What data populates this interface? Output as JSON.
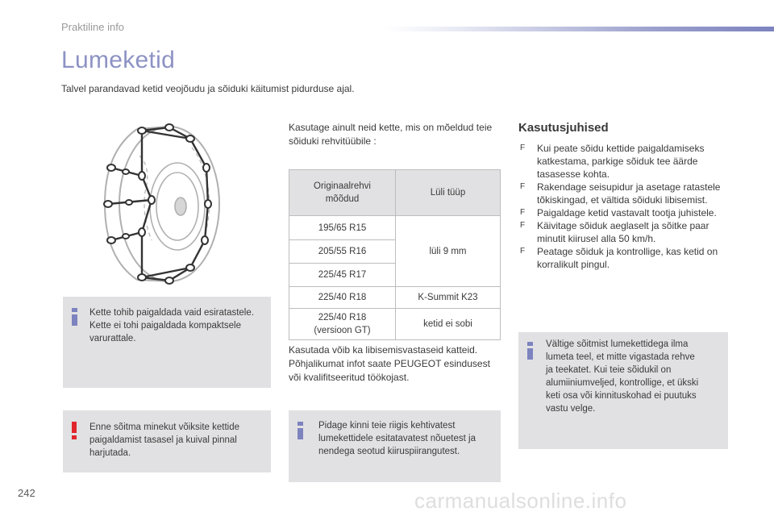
{
  "header": {
    "section": "Praktiline info",
    "title": "Lumeketid",
    "intro": "Talvel parandavad ketid veojõudu ja sõiduki käitumist pidurduse ajal."
  },
  "figure": {
    "icon": "tyre-with-snow-chain"
  },
  "notes": {
    "install_studs": {
      "icon": "info-icon",
      "lines": [
        "Kette tohib paigaldada vaid esiratastele.",
        "Kette ei tohi paigaldada kompaktsele",
        "varurattale."
      ]
    },
    "practice": {
      "icon": "warning-icon",
      "lines": [
        "Enne sõitma minekut võiksite kettide",
        "paigaldamist tasasel ja kuival pinnal",
        "harjutada."
      ]
    },
    "regulations": {
      "icon": "info-icon",
      "lines": [
        "Pidage kinni teie riigis kehtivatest",
        "lumekettidele esitatavatest nõuetest ja",
        "nendega seotud kiiruspiirangutest."
      ]
    },
    "avoid": {
      "icon": "info-icon",
      "lines": [
        "Vältige sõitmist lumekettidega ilma",
        "lumeta teel, et mitte vigastada rehve",
        "ja teekatet. Kui teie sõidukil on",
        "alumiiniumveljed, kontrollige, et ükski",
        "keti osa või kinnituskohad ei puutuks",
        "vastu velge."
      ]
    }
  },
  "column2": {
    "intro_lines": [
      "Kasutage ainult neid kette, mis on mõeldud teie",
      "sõiduki rehvitüübile :"
    ],
    "table": {
      "headers": [
        "Originaalrehvi mõõdud",
        "Lüli tüüp"
      ],
      "header_lines": [
        [
          "Originaalrehvi",
          "mõõdud"
        ],
        [
          "Lüli tüüp"
        ]
      ],
      "rows": [
        {
          "size": "195/65 R15",
          "link": "lüli 9 mm"
        },
        {
          "size": "205/55 R16",
          "link": "lüli 9 mm"
        },
        {
          "size": "225/45 R17",
          "link": "lüli 9 mm"
        },
        {
          "size": "225/40 R18",
          "link": "K-Summit K23"
        },
        {
          "size": "225/40 R18 (versioon GT)",
          "size_lines": [
            "225/40 R18",
            "(versioon GT)"
          ],
          "link": "ketid ei sobi"
        }
      ]
    },
    "footer_lines": [
      "Kasutada võib ka libisemisvastaseid katteid.",
      "Põhjalikumat infot saate PEUGEOT esindusest",
      "või kvalifitseeritud töökojast."
    ]
  },
  "column3": {
    "title": "Kasutusjuhised",
    "bullet_glyph": "F",
    "steps": [
      "Kui peate sõidu kettide paigaldamiseks katkestama, parkige sõiduk tee äärde tasasesse kohta.",
      "Rakendage seisupidur ja asetage ratastele tõkiskingad, et vältida sõiduki libisemist.",
      "Paigaldage ketid vastavalt tootja juhistele.",
      "Käivitage sõiduk aeglaselt ja sõitke paar minutit kiirusel alla 50 km/h.",
      "Peatage sõiduk ja kontrollige, kas ketid on korralikult pingul."
    ],
    "step_lines": [
      [
        "Kui peate sõidu kettide paigaldamiseks",
        "katkestama, parkige sõiduk tee äärde",
        "tasasesse kohta."
      ],
      [
        "Rakendage seisupidur ja asetage ratastele",
        "tõkiskingad, et vältida sõiduki libisemist."
      ],
      [
        "Paigaldage ketid vastavalt tootja juhistele."
      ],
      [
        "Käivitage sõiduk aeglaselt ja sõitke paar",
        "minutit kiirusel alla 50 km/h."
      ],
      [
        "Peatage sõiduk ja kontrollige, kas ketid on",
        "korralikult pingul."
      ]
    ]
  },
  "footer": {
    "page_number": "242",
    "watermark": "carmanualsonline.info"
  },
  "colors": {
    "accent": "#8d92c4",
    "note_background": "#e1e1e3",
    "info_icon": "#7d83bf",
    "warning_icon": "#e0262c"
  }
}
